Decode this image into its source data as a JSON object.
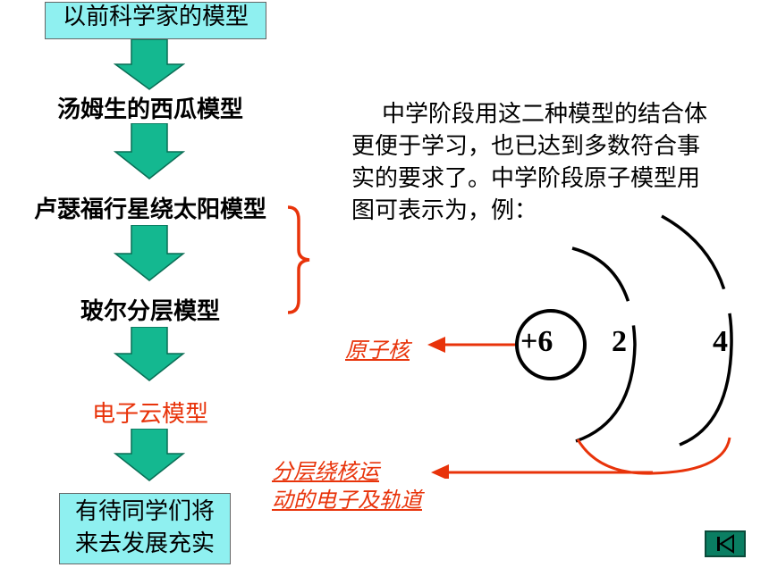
{
  "flow": {
    "box_top": "以前科学家的模型",
    "step1": "汤姆生的西瓜模型",
    "step2": "卢瑟福行星绕太阳模型",
    "step3": "玻尔分层模型",
    "step4": "电子云模型",
    "box_bottom_line1": "有待同学们将",
    "box_bottom_line2": "来去发展充实"
  },
  "paragraph": {
    "line1": "中学阶段用这二种模型的结合体",
    "line2": "更便于学习，也已达到多数符合事",
    "line3": "实的要求了。中学阶段原子模型用",
    "line4": "图可表示为，例："
  },
  "atom": {
    "nucleus_text": "+6",
    "shell1_count": "2",
    "shell2_count": "4",
    "nucleus_label": "原子核",
    "orbit_label_line1": "分层绕核运",
    "orbit_label_line2": "动的电子及轨道"
  },
  "colors": {
    "box_fill": "#8ff0f0",
    "arrow_fill": "#14b890",
    "accent_red": "#e8330a",
    "nav_button": "#0a7e62"
  },
  "icons": {
    "nav": "skip-to-start-icon"
  }
}
